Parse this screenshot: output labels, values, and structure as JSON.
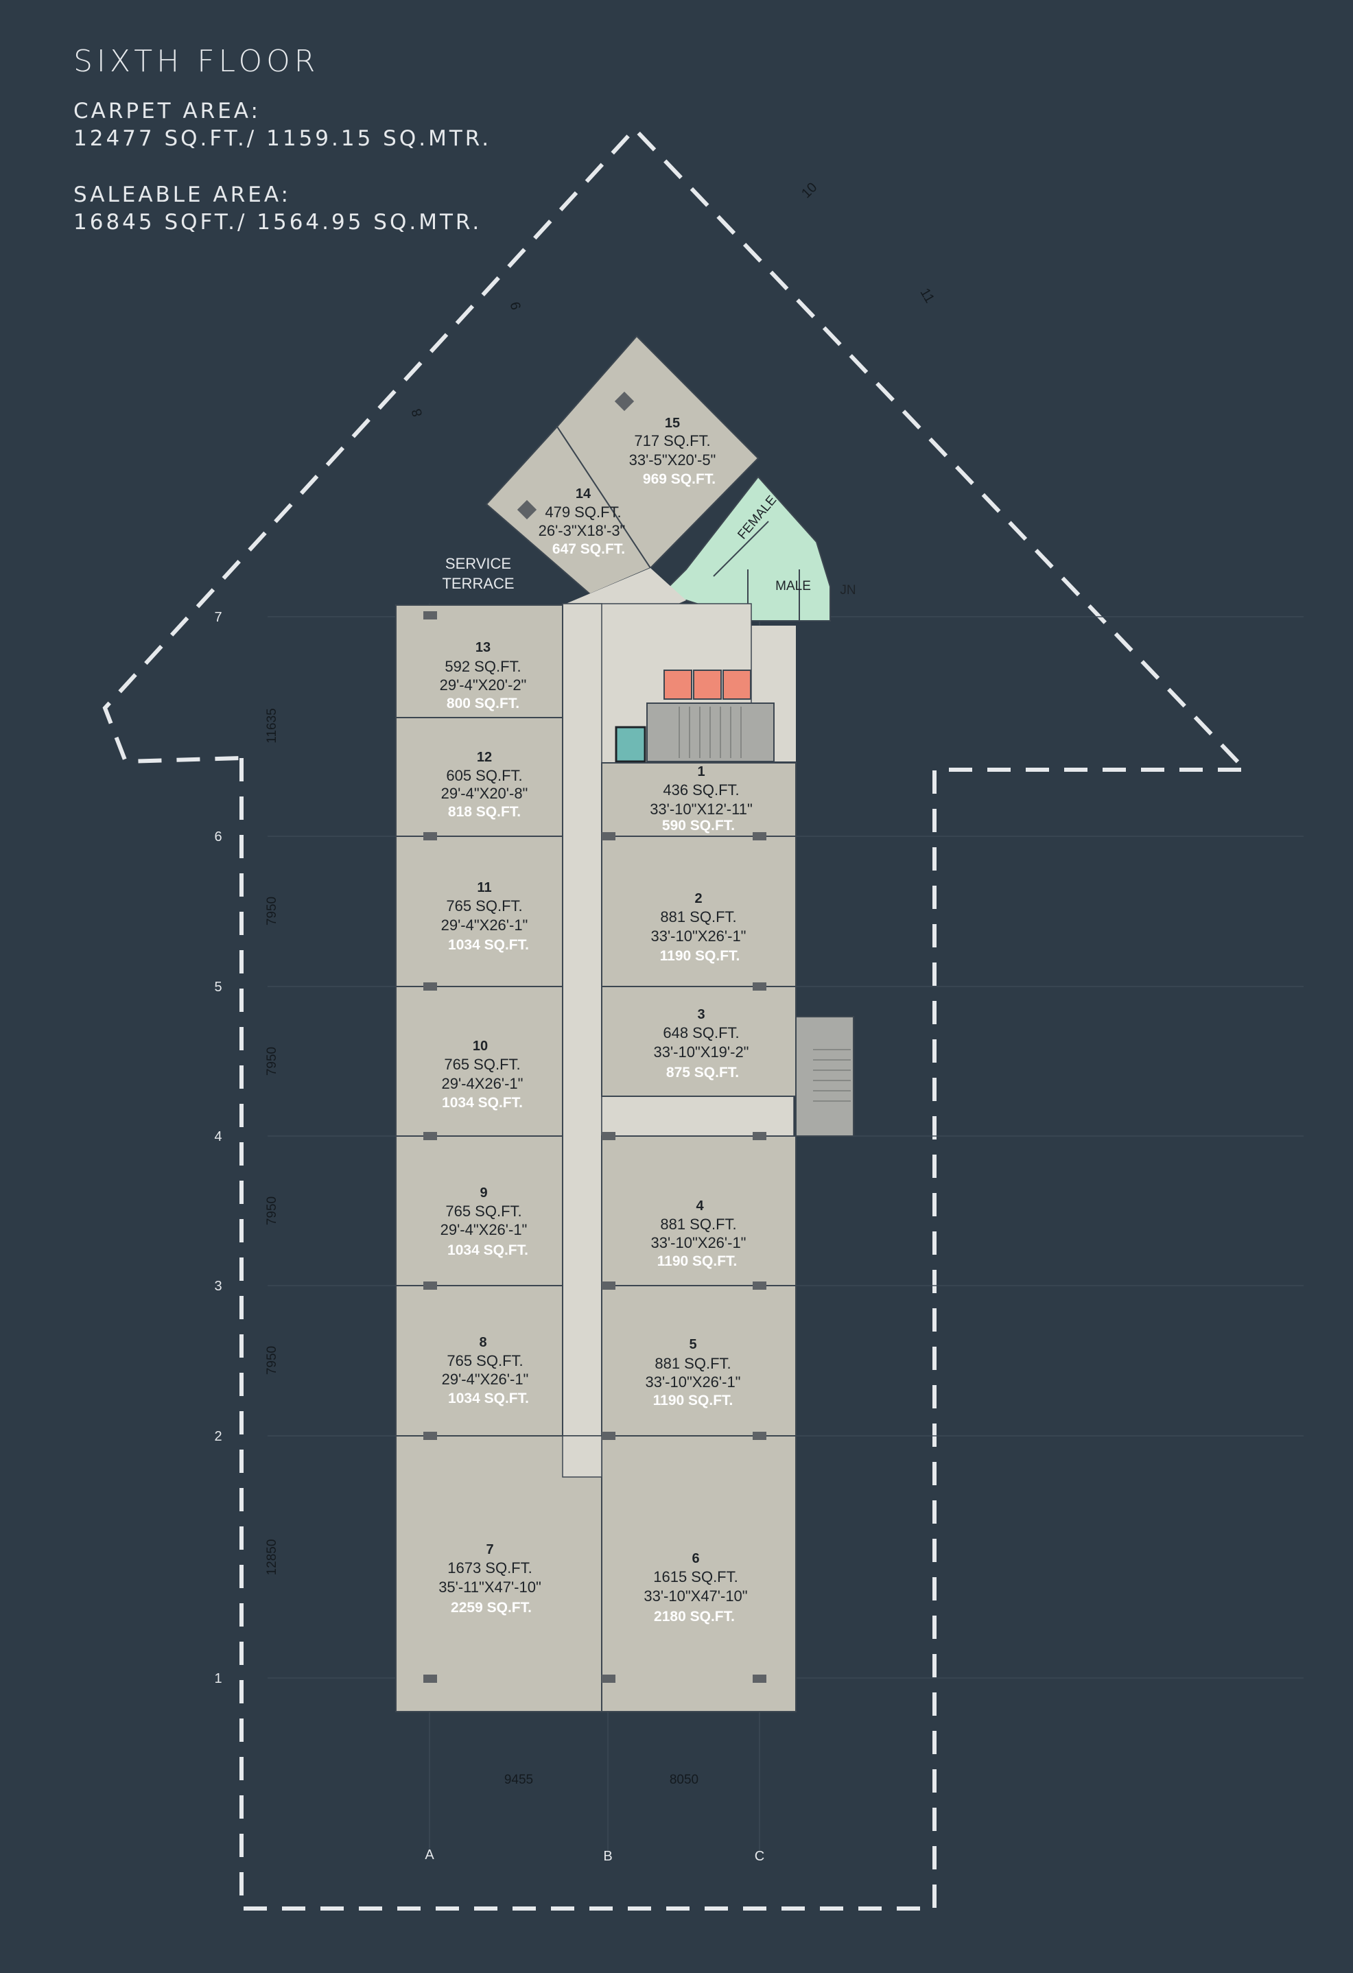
{
  "header": {
    "floor_title": "SIXTH FLOOR",
    "carpet_label": "CARPET AREA:",
    "carpet_value": "12477 SQ.FT./   1159.15 SQ.MTR.",
    "saleable_label": "SALEABLE AREA:",
    "saleable_value": "16845 SQFT./ 1564.95 SQ.MTR."
  },
  "units": [
    {
      "id": "u1",
      "no": "1",
      "carpet": "436 SQ.FT.",
      "dims": "33'-10\"X12'-11\"",
      "saleable": "590 SQ.FT."
    },
    {
      "id": "u2",
      "no": "2",
      "carpet": "881 SQ.FT.",
      "dims": "33'-10\"X26'-1\"",
      "saleable": "1190 SQ.FT."
    },
    {
      "id": "u3",
      "no": "3",
      "carpet": "648 SQ.FT.",
      "dims": "33'-10\"X19'-2\"",
      "saleable": "875 SQ.FT."
    },
    {
      "id": "u4",
      "no": "4",
      "carpet": "881 SQ.FT.",
      "dims": "33'-10\"X26'-1\"",
      "saleable": "1190 SQ.FT."
    },
    {
      "id": "u5",
      "no": "5",
      "carpet": "881 SQ.FT.",
      "dims": "33'-10\"X26'-1\"",
      "saleable": "1190 SQ.FT."
    },
    {
      "id": "u6",
      "no": "6",
      "carpet": "1615 SQ.FT.",
      "dims": "33'-10\"X47'-10\"",
      "saleable": "2180 SQ.FT."
    },
    {
      "id": "u7",
      "no": "7",
      "carpet": "1673 SQ.FT.",
      "dims": "35'-11\"X47'-10\"",
      "saleable": "2259 SQ.FT."
    },
    {
      "id": "u8",
      "no": "8",
      "carpet": "765 SQ.FT.",
      "dims": "29'-4\"X26'-1\"",
      "saleable": "1034 SQ.FT."
    },
    {
      "id": "u9",
      "no": "9",
      "carpet": "765 SQ.FT.",
      "dims": "29'-4\"X26'-1\"",
      "saleable": "1034 SQ.FT."
    },
    {
      "id": "u10",
      "no": "10",
      "carpet": "765 SQ.FT.",
      "dims": "29'-4X26'-1\"",
      "saleable": "1034 SQ.FT."
    },
    {
      "id": "u11",
      "no": "11",
      "carpet": "765 SQ.FT.",
      "dims": "29'-4\"X26'-1\"",
      "saleable": "1034 SQ.FT."
    },
    {
      "id": "u12",
      "no": "12",
      "carpet": "605 SQ.FT.",
      "dims": "29'-4\"X20'-8\"",
      "saleable": "818 SQ.FT."
    },
    {
      "id": "u13",
      "no": "13",
      "carpet": "592 SQ.FT.",
      "dims": "29'-4\"X20'-2\"",
      "saleable": "800 SQ.FT."
    },
    {
      "id": "u14",
      "no": "14",
      "carpet": "479 SQ.FT.",
      "dims": "26'-3\"X18'-3\"",
      "saleable": "647 SQ.FT."
    },
    {
      "id": "u15",
      "no": "15",
      "carpet": "717 SQ.FT.",
      "dims": "33'-5\"X20'-5\"",
      "saleable": "969 SQ.FT."
    }
  ],
  "labels": {
    "service_terrace_1": "SERVICE",
    "service_terrace_2": "TERRACE",
    "female": "FEMALE",
    "male": "MALE",
    "jn": "JN"
  },
  "grid": {
    "rows": [
      "7",
      "6",
      "5",
      "4",
      "3",
      "2",
      "1"
    ],
    "cols": [
      "A",
      "B",
      "C"
    ],
    "diag": [
      "8",
      "9",
      "10",
      "11"
    ],
    "row_dims": [
      "11635",
      "7950",
      "7950",
      "7950",
      "7950",
      "12850"
    ],
    "col_dims": [
      "9455",
      "8050"
    ]
  },
  "colors": {
    "background": "#2e3b47",
    "unit_fill": "#c3c1b6",
    "corridor": "#d9d7cf",
    "toilet": "#bfe6cf",
    "lift": "#ef8a76",
    "shaft": "#6fb9b4"
  }
}
